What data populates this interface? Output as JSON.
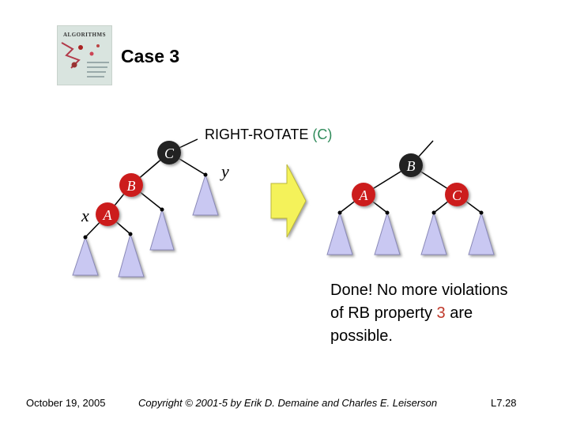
{
  "book_cover": {
    "title": "ALGORITHMS"
  },
  "slide": {
    "title": "Case 3",
    "caption_prefix": "RIGHT-ROTATE ",
    "caption_arg": "(C)",
    "done_line1": "Done! No more violations",
    "done_line2_prefix": "of RB property ",
    "done_property": "3",
    "done_line2_suffix": " are",
    "done_line3": "possible."
  },
  "diagram": {
    "left_nodes": {
      "c": "C",
      "b": "B",
      "a": "A"
    },
    "left_labels": {
      "y": "y",
      "x": "x"
    },
    "right_nodes": {
      "b": "B",
      "a": "A",
      "c": "C"
    },
    "colors": {
      "black_node": "#222222",
      "red_node": "#cc1f1f",
      "subtree": "#c9c8f2",
      "arrow": "#f4f25a",
      "arg_color": "#2f8b5a",
      "property_color": "#c0392b"
    }
  },
  "footer": {
    "date": "October 19, 2005",
    "copyright": "Copyright © 2001-5 by Erik D. Demaine and Charles E. Leiserson",
    "slide_number": "L7.28"
  }
}
